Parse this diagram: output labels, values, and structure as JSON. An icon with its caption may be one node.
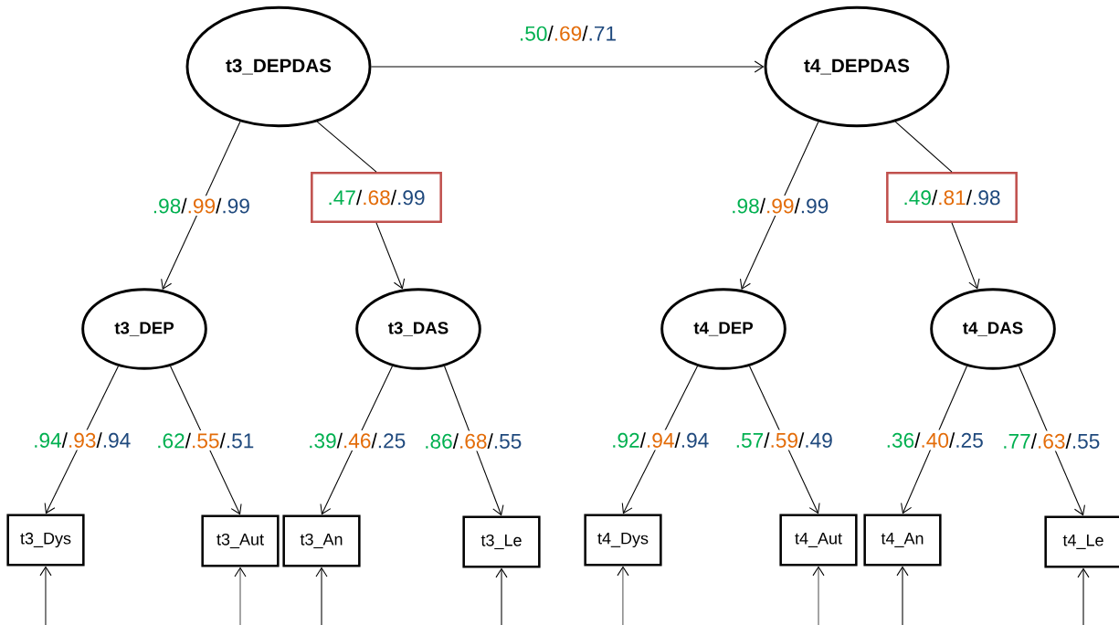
{
  "diagram": {
    "nodes": [
      {
        "text": [
          "t3_DEPDAS"
        ]
      },
      {
        "text": [
          "t4_DEPDAS"
        ]
      },
      {
        "text": [
          ".47/.68/.99"
        ]
      },
      {
        "text": [
          ".49/.81/.98"
        ]
      },
      {
        "text": [
          "t3_DEP"
        ]
      },
      {
        "text": [
          "t3_DAS"
        ]
      },
      {
        "text": [
          "t4_DEP"
        ]
      },
      {
        "text": [
          "t4_DAS"
        ]
      },
      {
        "text": [
          "t3_Dys"
        ]
      },
      {
        "text": [
          "t3_Aut"
        ]
      },
      {
        "text": [
          "t3_An"
        ]
      },
      {
        "text": [
          "t3_Le"
        ]
      },
      {
        "text": [
          "t4_Dys"
        ]
      },
      {
        "text": [
          "t4_Aut"
        ]
      },
      {
        "text": [
          "t4_An"
        ]
      },
      {
        "text": [
          "t4_Le"
        ]
      }
    ],
    "edges": [
      {
        "from": 0,
        "to": 1,
        "arrow": "to",
        "label": ".50/.69/.71"
      },
      {
        "from": 0,
        "to": 4,
        "arrow": "to",
        "label": ".98/.99/.99"
      },
      {
        "from": 0,
        "to": 2,
        "arrow": "none"
      },
      {
        "from": 2,
        "to": 5,
        "arrow": "to"
      },
      {
        "from": 1,
        "to": 6,
        "arrow": "to",
        "label": ".98/.99/.99"
      },
      {
        "from": 1,
        "to": 3,
        "arrow": "none"
      },
      {
        "from": 3,
        "to": 7,
        "arrow": "to"
      },
      {
        "from": 4,
        "to": 8,
        "arrow": "to",
        "label": ".94/.93/.94"
      },
      {
        "from": 4,
        "to": 9,
        "arrow": "to",
        "label": ".62/.55/.51"
      },
      {
        "from": 5,
        "to": 10,
        "arrow": "to",
        "label": ".39/.46/.25"
      },
      {
        "from": 5,
        "to": 11,
        "arrow": "to",
        "label": ".86/.68/.55"
      },
      {
        "from": 6,
        "to": 12,
        "arrow": "to",
        "label": ".92/.94/.94"
      },
      {
        "from": 6,
        "to": 13,
        "arrow": "to",
        "label": ".57/.59/.49"
      },
      {
        "from": 7,
        "to": 14,
        "arrow": "to",
        "label": ".36/.40/.25"
      },
      {
        "from": 7,
        "to": 15,
        "arrow": "to",
        "label": ".77/.63/.55"
      },
      {
        "from": null,
        "to": 8,
        "arrow": "to"
      },
      {
        "from": null,
        "to": 9,
        "arrow": "to"
      },
      {
        "from": null,
        "to": 10,
        "arrow": "to"
      },
      {
        "from": null,
        "to": 11,
        "arrow": "to"
      },
      {
        "from": null,
        "to": 12,
        "arrow": "to"
      },
      {
        "from": null,
        "to": 13,
        "arrow": "to"
      },
      {
        "from": null,
        "to": 14,
        "arrow": "to"
      },
      {
        "from": null,
        "to": 15,
        "arrow": "to"
      }
    ]
  }
}
